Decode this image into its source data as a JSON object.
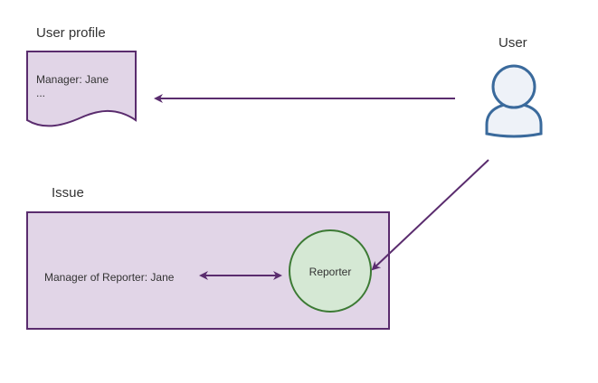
{
  "labels": {
    "user_profile": "User profile",
    "user": "User",
    "issue": "Issue"
  },
  "profile_doc": {
    "line1": "Manager: Jane",
    "line2": "..."
  },
  "issue_box": {
    "field_text": "Manager of Reporter: Jane",
    "reporter": "Reporter"
  },
  "colors": {
    "purple_fill": "#e1d5e7",
    "purple_stroke": "#5a2c6e",
    "green_fill": "#d5e8d4",
    "green_stroke": "#3c7a34",
    "user_fill": "#eef2f8",
    "user_stroke": "#3a6a9c",
    "arrow": "#5a2c6e"
  },
  "icons": {
    "user": "user-icon",
    "document": "document-icon"
  }
}
